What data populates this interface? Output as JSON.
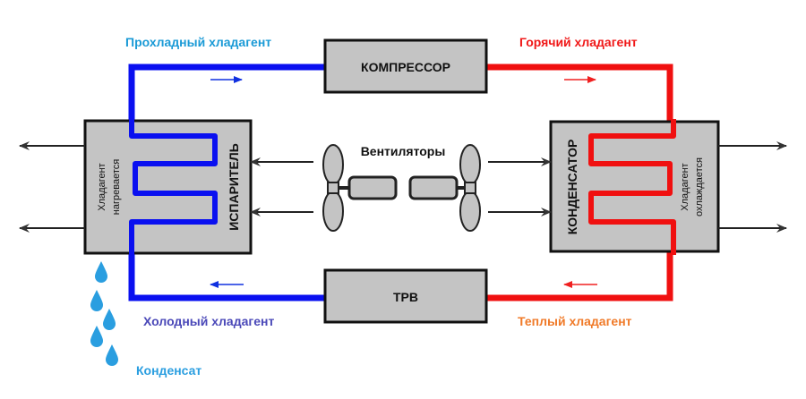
{
  "labels": {
    "cool_refrigerant": "Прохладный хладагент",
    "hot_refrigerant": "Горячий хладагент",
    "cold_refrigerant": "Холодный хладагент",
    "warm_refrigerant": "Теплый хладагент",
    "condensate": "Конденсат",
    "fans": "Вентиляторы"
  },
  "components": {
    "compressor": "КОМПРЕССОР",
    "trv": "ТРВ",
    "evaporator": "ИСПАРИТЕЛЬ",
    "condenser": "КОНДЕНСАТОР",
    "evaporator_note_1": "Хладагент",
    "evaporator_note_2": "нагревается",
    "condenser_note_1": "Хладагент",
    "condenser_note_2": "охлаждается"
  },
  "colors": {
    "cold_pipe": "#0a10f0",
    "hot_pipe": "#f01010",
    "cool_label": "#1a9ad6",
    "hot_label": "#f01818",
    "cold_label": "#4a48b8",
    "warm_label": "#f07a28",
    "condensate": "#2a9ee0",
    "box_fill": "#c4c4c4"
  }
}
